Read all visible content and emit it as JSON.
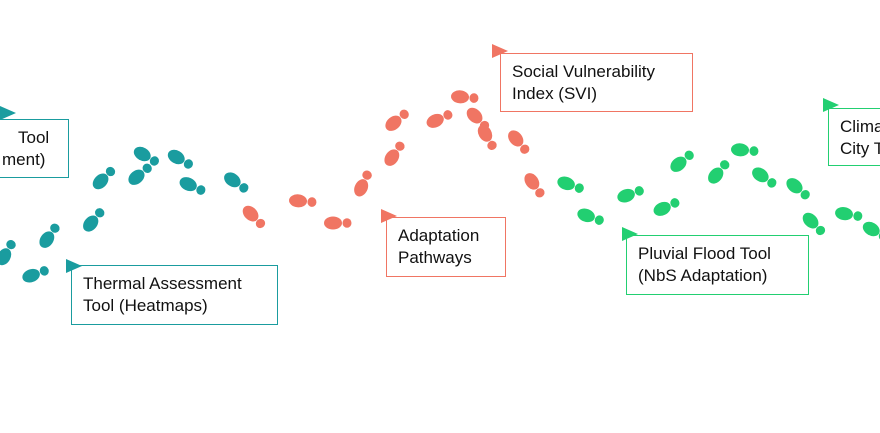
{
  "colors": {
    "teal": "#1a9c9f",
    "coral": "#f07563",
    "green": "#22cf71",
    "text": "#111111"
  },
  "steps": [
    {
      "id": "cut-off-left",
      "lines": [
        "Tool",
        "ment)"
      ],
      "color": "#1a9c9f",
      "icon": "flag-icon"
    },
    {
      "id": "thermal-assessment",
      "lines": [
        "Thermal Assessment",
        "Tool (Heatmaps)"
      ],
      "color": "#1a9c9f",
      "icon": "flag-icon"
    },
    {
      "id": "adaptation-pathways",
      "lines": [
        "Adaptation",
        "Pathways"
      ],
      "color": "#f07563",
      "icon": "flag-icon"
    },
    {
      "id": "social-vulnerability",
      "lines": [
        "Social Vulnerability",
        "Index (SVI)"
      ],
      "color": "#f07563",
      "icon": "flag-icon"
    },
    {
      "id": "pluvial-flood",
      "lines": [
        "Pluvial Flood Tool",
        "(NbS Adaptation)"
      ],
      "color": "#22cf71",
      "icon": "flag-icon"
    },
    {
      "id": "cut-off-right",
      "lines": [
        "Clima",
        "City T"
      ],
      "color": "#22cf71",
      "icon": "flag-icon"
    }
  ],
  "footprint_icon": "footprint-icon"
}
